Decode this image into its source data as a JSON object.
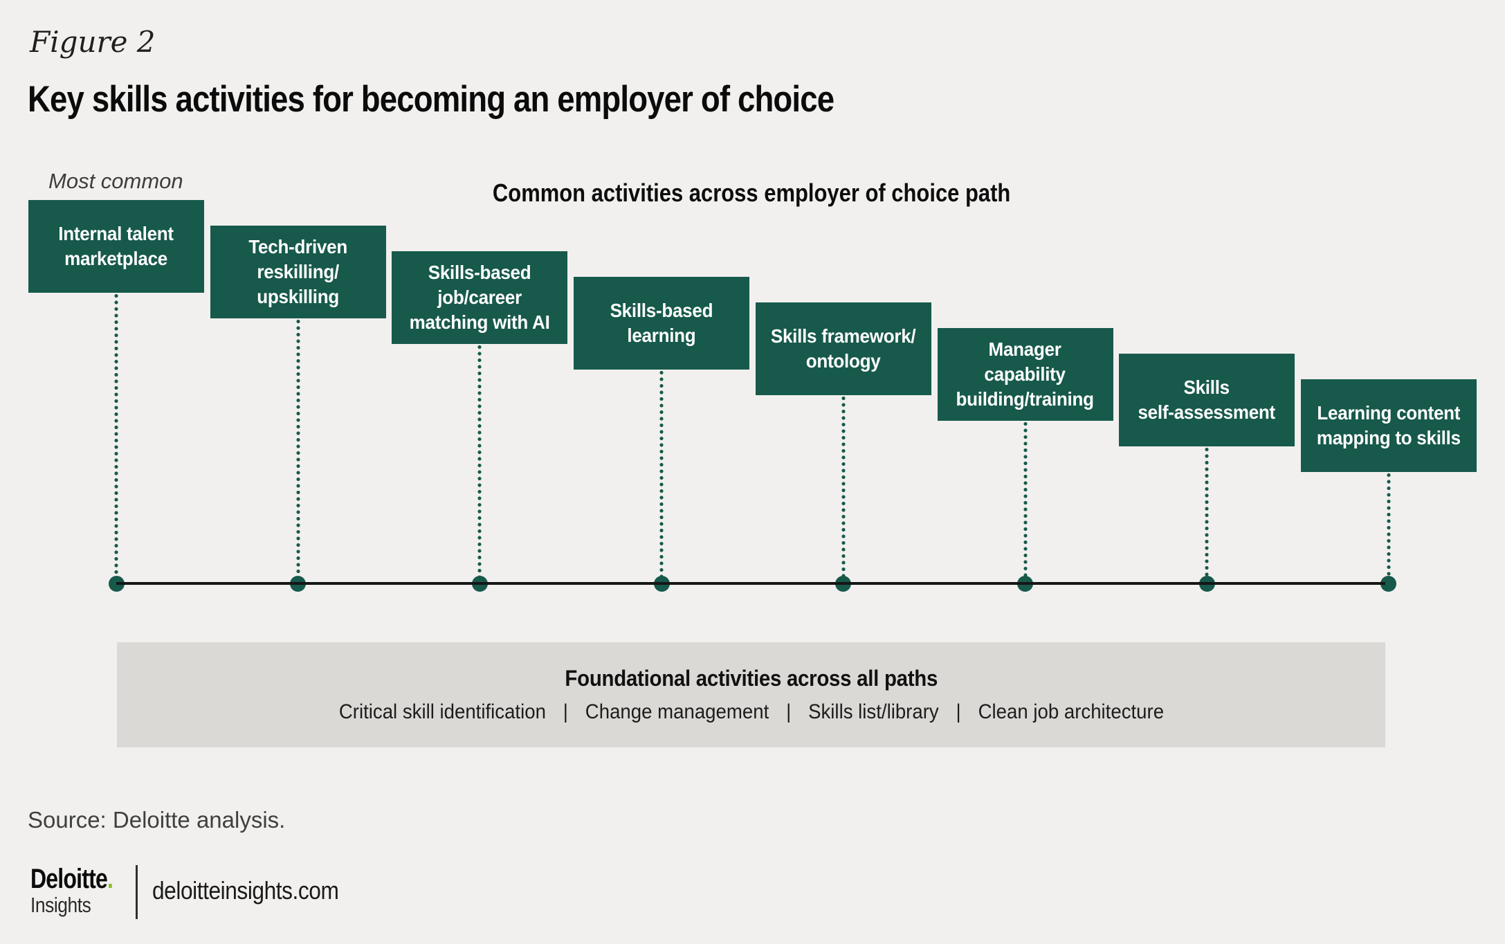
{
  "figure": {
    "label": "Figure 2",
    "title": "Key skills activities for becoming an employer of choice"
  },
  "annotations": {
    "most_common": "Most common",
    "common_path_header": "Common activities across employer of choice path"
  },
  "chart_data": {
    "type": "table",
    "title": "Key skills activities for becoming an employer of choice",
    "annotations": [
      "Most common",
      "Common activities across employer of choice path"
    ],
    "steps_ordered_most_to_least_common": [
      "Internal talent marketplace",
      "Tech-driven reskilling/upskilling",
      "Skills-based job/career matching with AI",
      "Skills-based learning",
      "Skills framework/ontology",
      "Manager capability building/training",
      "Skills self-assessment",
      "Learning content mapping to skills"
    ],
    "foundational_activities": [
      "Critical skill identification",
      "Change management",
      "Skills list/library",
      "Clean job architecture"
    ]
  },
  "activities": {
    "items": [
      {
        "label": [
          "Internal talent",
          "marketplace"
        ]
      },
      {
        "label": [
          "Tech-driven",
          "reskilling/",
          "upskilling"
        ]
      },
      {
        "label": [
          "Skills-based",
          "job/career",
          "matching with AI"
        ]
      },
      {
        "label": [
          "Skills-based",
          "learning"
        ]
      },
      {
        "label": [
          "Skills framework/",
          "ontology"
        ]
      },
      {
        "label": [
          "Manager",
          "capability",
          "building/training"
        ]
      },
      {
        "label": [
          "Skills",
          "self-assessment"
        ]
      },
      {
        "label": [
          "Learning content",
          "mapping to skills"
        ]
      }
    ]
  },
  "foundational": {
    "heading": "Foundational activities across all paths",
    "separator": "|",
    "items": [
      "Critical skill identification",
      "Change management",
      "Skills list/library",
      "Clean job architecture"
    ]
  },
  "source": "Source: Deloitte analysis.",
  "footer": {
    "brand_name": "Deloitte",
    "brand_period": ".",
    "brand_sub": "Insights",
    "site": "deloitteinsights.com"
  },
  "colors": {
    "background": "#f1f0ee",
    "box_green": "#17594b",
    "panel_gray": "#dbd9d5",
    "timeline_black": "#161616",
    "brand_green": "#86bc25"
  }
}
